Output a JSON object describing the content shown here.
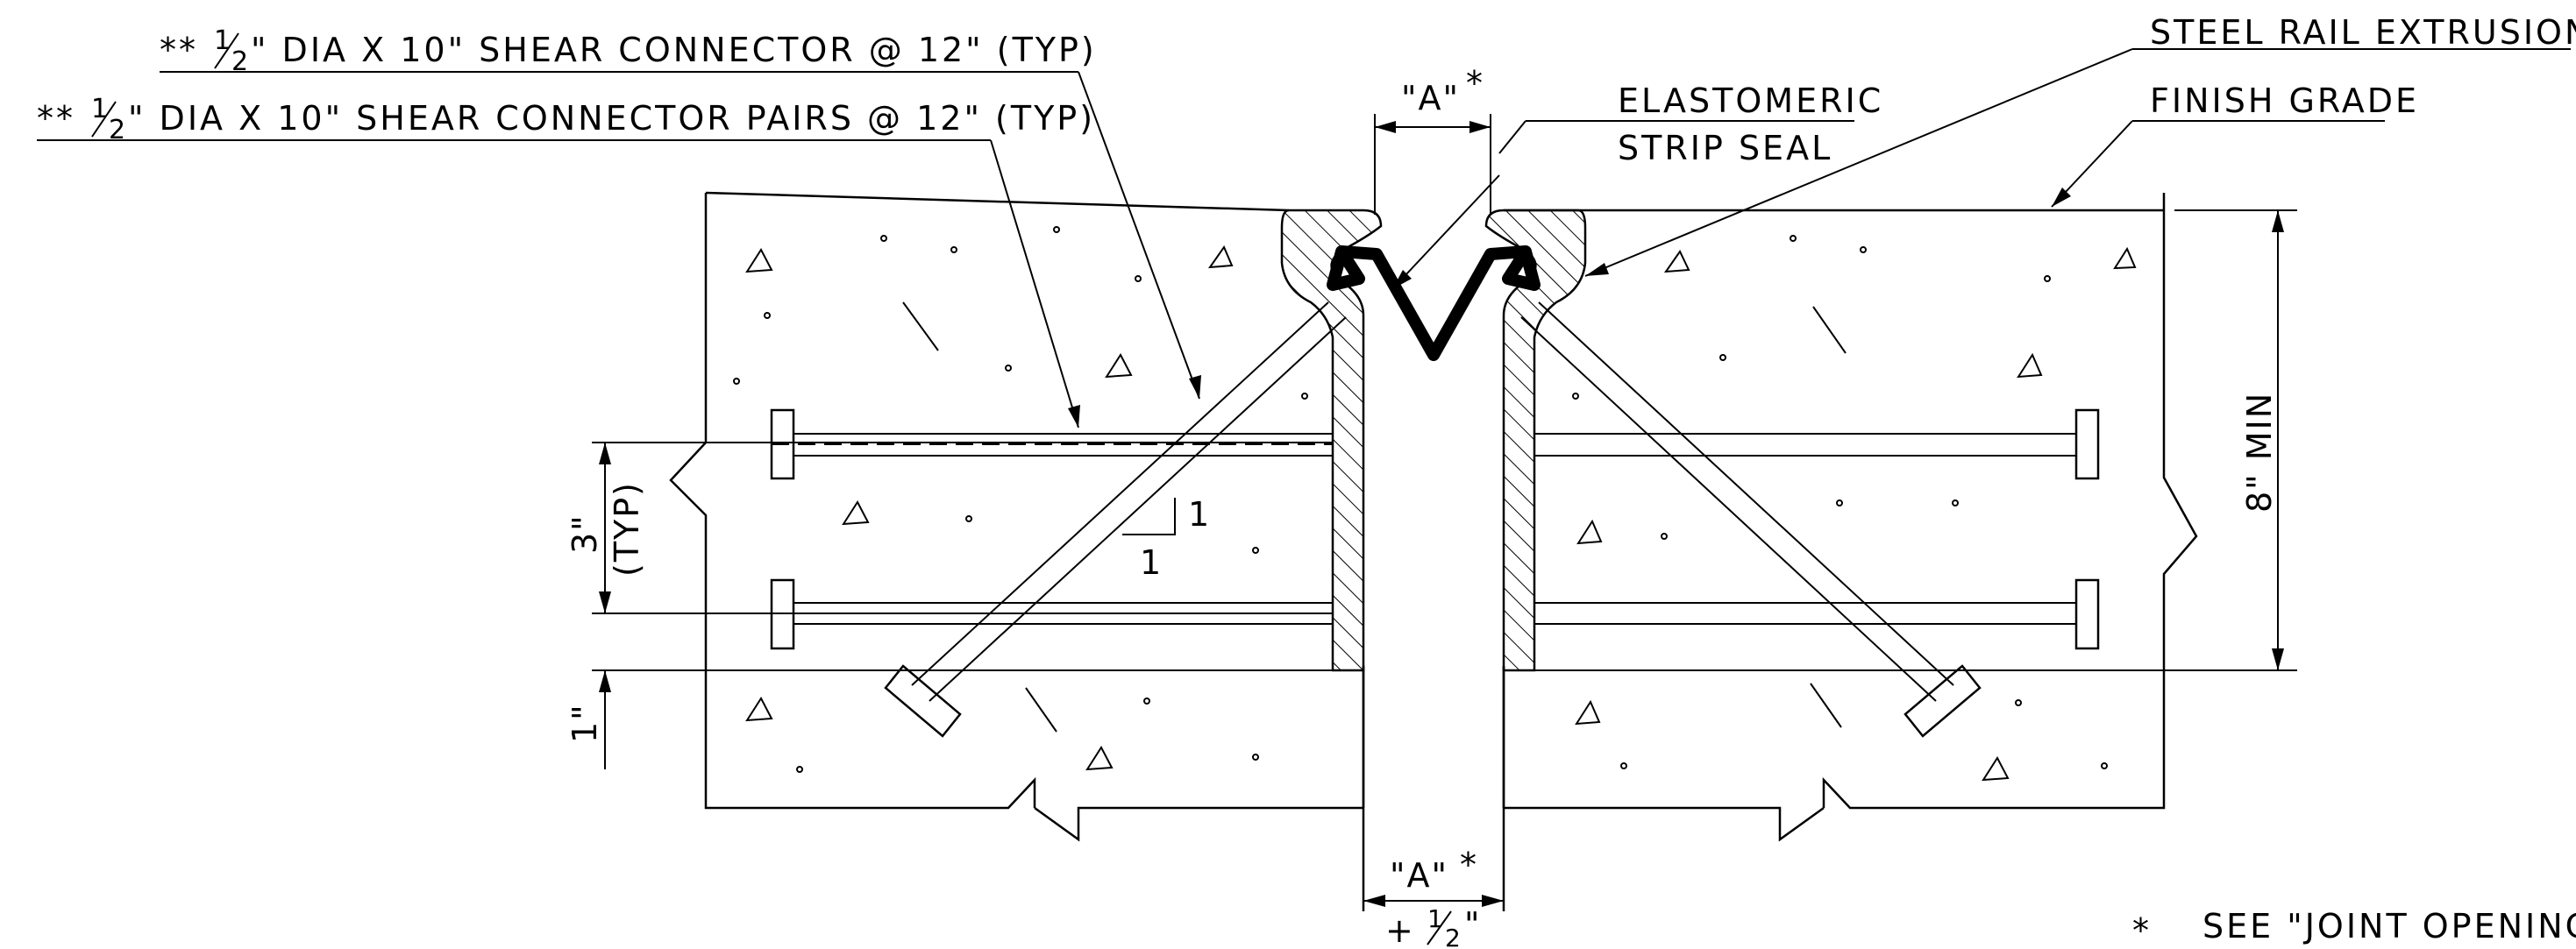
{
  "notes": {
    "shear_connector": {
      "marker": "**",
      "frac_num": "1",
      "frac_den": "2",
      "text": "\" DIA  X  10\" SHEAR  CONNECTOR  @  12\" (TYP)"
    },
    "shear_connector_pairs": {
      "marker": "**",
      "frac_num": "1",
      "frac_den": "2",
      "text": "\" DIA  X  10\" SHEAR  CONNECTOR  PAIRS  @  12\" (TYP)"
    },
    "steel_rail": "STEEL  RAIL  EXTRUSION",
    "finish_grade": "FINISH  GRADE",
    "seal_line1": "ELASTOMERIC",
    "seal_line2": "STRIP  SEAL",
    "footnote_marker": "*",
    "footnote_text": "SEE \"JOINT OPENING"
  },
  "dimensions": {
    "top_opening": "\"A\"",
    "top_opening_mark": "*",
    "bottom_opening": "\"A\"",
    "bottom_opening_mark": "*",
    "bottom_plus": "+ ",
    "bottom_frac_num": "1",
    "bottom_frac_den": "2",
    "bottom_inch": "\"",
    "spacing_value": "3\"",
    "spacing_note": "(TYP)",
    "bottom_cover": "1\"",
    "depth": "8\" MIN",
    "slope_rise": "1",
    "slope_run": "1"
  }
}
